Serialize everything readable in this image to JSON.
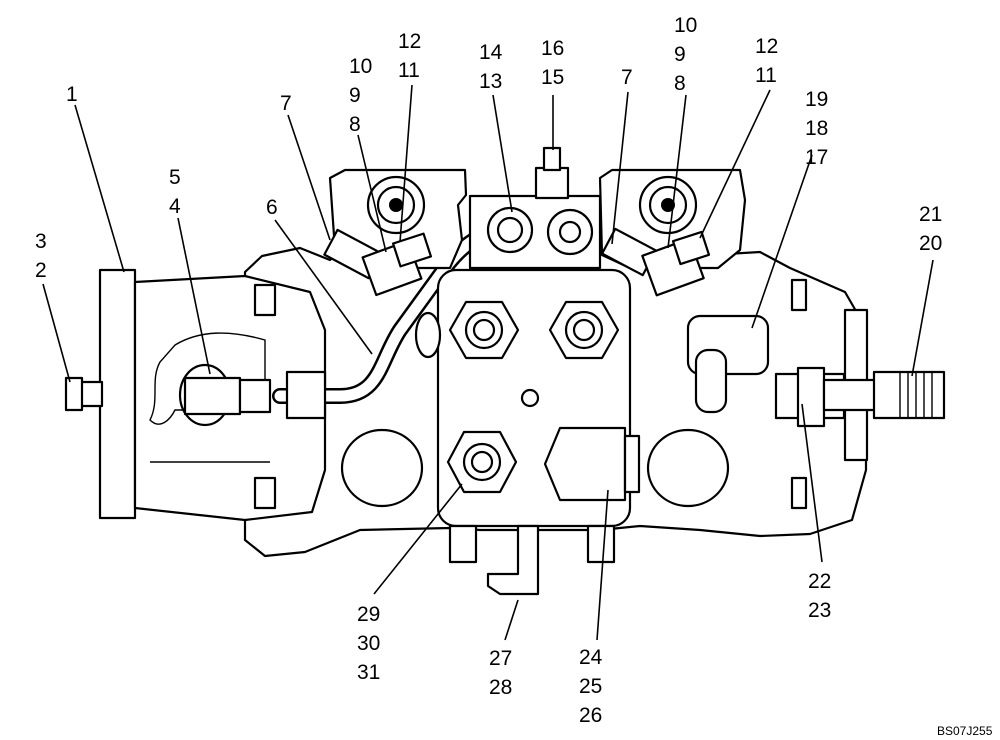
{
  "figure_code": "BS07J255",
  "callouts": [
    {
      "id": "c1",
      "lines": [
        "1"
      ]
    },
    {
      "id": "c2",
      "lines": [
        "3",
        "2"
      ]
    },
    {
      "id": "c3",
      "lines": [
        "5",
        "4"
      ]
    },
    {
      "id": "c4",
      "lines": [
        "6"
      ]
    },
    {
      "id": "c5",
      "lines": [
        "7"
      ]
    },
    {
      "id": "c6",
      "lines": [
        "10",
        "9",
        "8"
      ]
    },
    {
      "id": "c7",
      "lines": [
        "12",
        "11"
      ]
    },
    {
      "id": "c8",
      "lines": [
        "14",
        "13"
      ]
    },
    {
      "id": "c9",
      "lines": [
        "16",
        "15"
      ]
    },
    {
      "id": "c10",
      "lines": [
        "7"
      ]
    },
    {
      "id": "c11",
      "lines": [
        "10",
        "9",
        "8"
      ]
    },
    {
      "id": "c12",
      "lines": [
        "12",
        "11"
      ]
    },
    {
      "id": "c13",
      "lines": [
        "19",
        "18",
        "17"
      ]
    },
    {
      "id": "c14",
      "lines": [
        "21",
        "20"
      ]
    },
    {
      "id": "c15",
      "lines": [
        "22",
        "23"
      ]
    },
    {
      "id": "c16",
      "lines": [
        "29",
        "30",
        "31"
      ]
    },
    {
      "id": "c17",
      "lines": [
        "27",
        "28"
      ]
    },
    {
      "id": "c18",
      "lines": [
        "24",
        "25",
        "26"
      ]
    }
  ]
}
